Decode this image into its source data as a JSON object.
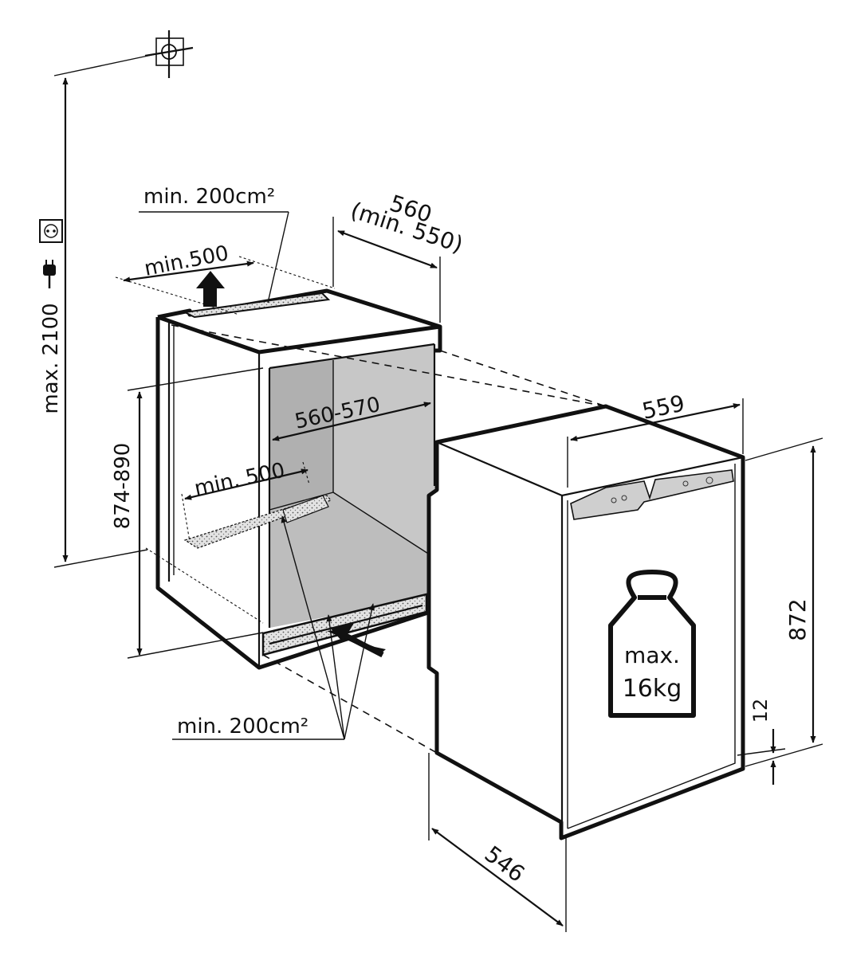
{
  "labels": {
    "max_height": "max. 2100",
    "niche_height": "874-890",
    "top_vent_area": "min. 200cm²",
    "top_vent_depth": "min.500",
    "niche_depth": "560",
    "niche_depth_min": "(min. 550)",
    "niche_width": "560-570",
    "floor_vent_depth": "min. 500",
    "bottom_vent_area": "min. 200cm²",
    "appliance_width": "559",
    "appliance_height": "872",
    "appliance_depth": "546",
    "plinth_offset": "12",
    "door_load_line1": "max.",
    "door_load_line2": "16kg"
  },
  "icons": {
    "socket": "power-socket-icon",
    "plug": "power-plug-icon",
    "target": "crosshair-mark-icon",
    "weight": "weight-icon",
    "airflow": "airflow-arrow-icon"
  },
  "colors": {
    "line": "#111111",
    "niche_interior": "#c9c9c9",
    "niche_back": "#b3b3b3",
    "vent_grille": "#e0e0e0",
    "background": "#ffffff"
  }
}
